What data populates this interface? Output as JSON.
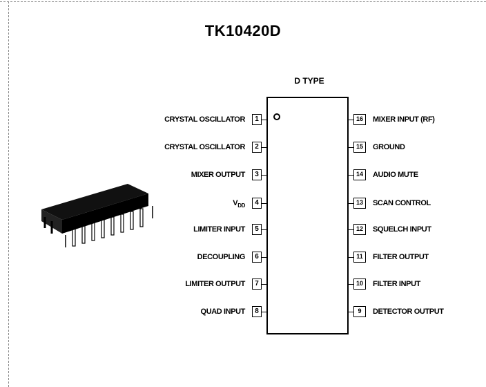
{
  "title": "TK10420D",
  "package_type": "D TYPE",
  "left_pins": [
    {
      "num": "1",
      "label": "CRYSTAL OSCILLATOR"
    },
    {
      "num": "2",
      "label": "CRYSTAL OSCILLATOR"
    },
    {
      "num": "3",
      "label": "MIXER OUTPUT"
    },
    {
      "num": "4",
      "label": "V",
      "sub": "DD"
    },
    {
      "num": "5",
      "label": "LIMITER INPUT"
    },
    {
      "num": "6",
      "label": "DECOUPLING"
    },
    {
      "num": "7",
      "label": "LIMITER OUTPUT"
    },
    {
      "num": "8",
      "label": "QUAD INPUT"
    }
  ],
  "right_pins": [
    {
      "num": "16",
      "label": "MIXER INPUT (RF)"
    },
    {
      "num": "15",
      "label": "GROUND"
    },
    {
      "num": "14",
      "label": "AUDIO MUTE"
    },
    {
      "num": "13",
      "label": "SCAN CONTROL"
    },
    {
      "num": "12",
      "label": "SQUELCH INPUT"
    },
    {
      "num": "11",
      "label": "FILTER OUTPUT"
    },
    {
      "num": "10",
      "label": "FILTER INPUT"
    },
    {
      "num": "9",
      "label": "DETECTOR OUTPUT"
    }
  ]
}
